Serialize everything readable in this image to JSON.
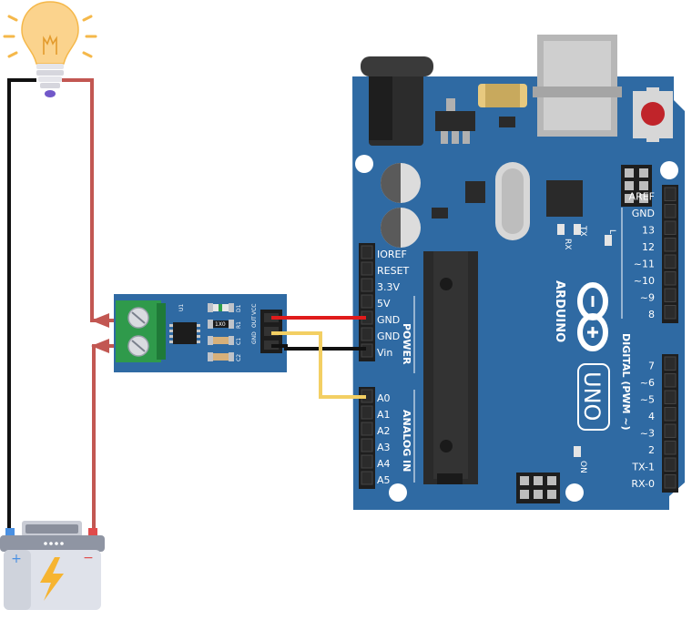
{
  "arduino": {
    "brand": "ARDUINO",
    "model": "UNO",
    "on_label": "ON",
    "led_l": "L",
    "led_tx": "TX",
    "led_rx": "RX",
    "power_header": "POWER",
    "analog_header": "ANALOG IN",
    "digital_header": "DIGITAL (PWM ~)",
    "power_pins": [
      "IOREF",
      "RESET",
      "3.3V",
      "5V",
      "GND",
      "GND",
      "Vin"
    ],
    "analog_pins": [
      "A0",
      "A1",
      "A2",
      "A3",
      "A4",
      "A5"
    ],
    "digital_pins_top": [
      "AREF",
      "GND",
      "13",
      "12",
      "~11",
      "~10",
      "~9",
      "8"
    ],
    "digital_pins_bottom": [
      "7",
      "~6",
      "~5",
      "4",
      "~3",
      "2",
      "TX-1",
      "RX-0"
    ]
  },
  "sensor": {
    "chip_label": "U1",
    "d1": "D1",
    "r1": "R1",
    "c1": "C1",
    "c2": "C2",
    "resistor_code": "1X0",
    "pin_gnd": "GND",
    "pin_out": "OUT",
    "pin_vcc": "VCC"
  },
  "battery": {
    "plus": "+",
    "minus": "−"
  },
  "colors": {
    "board": "#2f6aa3",
    "wire_red": "#e01b1b",
    "wire_black": "#111111",
    "wire_yellow": "#f3cf63",
    "wire_dark_red": "#c25752",
    "sensor_board": "#2f6aa3",
    "terminal_green": "#2f9a4b"
  }
}
